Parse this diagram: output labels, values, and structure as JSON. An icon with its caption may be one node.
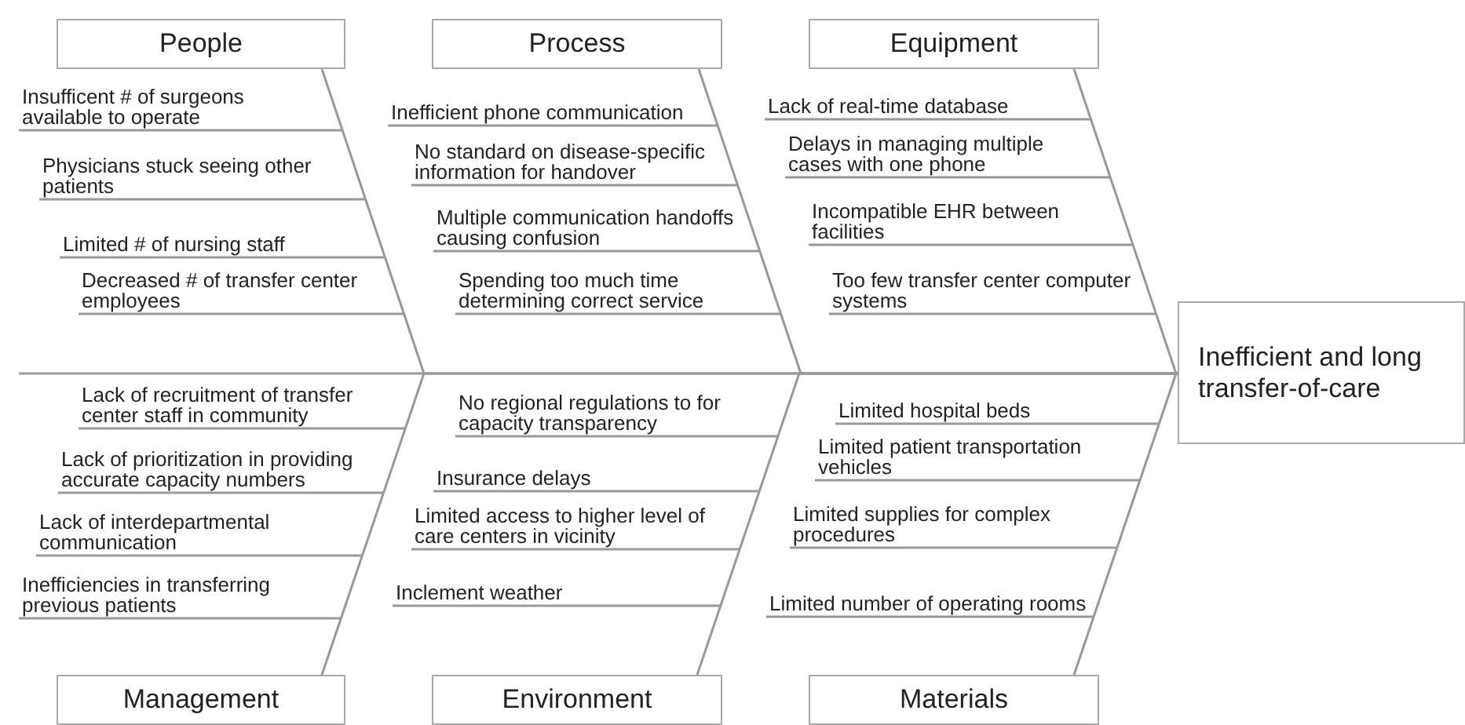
{
  "diagram": {
    "nodes": [
      {
        "text": [
          "People"
        ]
      },
      {
        "text": [
          "Process"
        ]
      },
      {
        "text": [
          "Equipment"
        ]
      },
      {
        "text": [
          "Inefficient and long transfer-of-care"
        ]
      },
      {
        "text": [
          "Management"
        ]
      },
      {
        "text": [
          "Environment"
        ]
      },
      {
        "text": [
          "Materials"
        ]
      }
    ],
    "edges": [
      {
        "from": 0,
        "to": 3,
        "arrow": "none"
      },
      {
        "from": 1,
        "to": 3,
        "arrow": "none"
      },
      {
        "from": 2,
        "to": 3,
        "arrow": "none"
      },
      {
        "from": 4,
        "to": 3,
        "arrow": "none"
      },
      {
        "from": 5,
        "to": 3,
        "arrow": "none"
      },
      {
        "from": 6,
        "to": 3,
        "arrow": "none"
      }
    ],
    "labels": [
      "Insufficent # of surgeons available to operate",
      "Physicians stuck seeing other patients",
      "Limited # of nursing staff",
      "Decreased # of transfer center employees",
      "Inefficient phone communication",
      "No standard on disease-specific information for handover",
      "Multiple communication handoffs causing confusion",
      "Spending too much time determining correct service",
      "Lack of real-time database",
      "Delays in managing multiple cases with one phone",
      "Incompatible EHR between facilities",
      "Too few transfer center computer systems",
      "Lack of recruitment of transfer center staff in community",
      "Lack of prioritization in providing accurate capacity numbers",
      "Lack of interdepartmental communication",
      "Inefficiencies in transferring previous patients",
      "No regional regulations to for capacity transparency",
      "Insurance delays",
      "Limited access to higher level of care centers in vicinity",
      "Inclement weather",
      "Limited hospital beds",
      "Limited patient transportation vehicles",
      "Limited supplies for complex procedures",
      "Limited number of operating rooms"
    ]
  }
}
